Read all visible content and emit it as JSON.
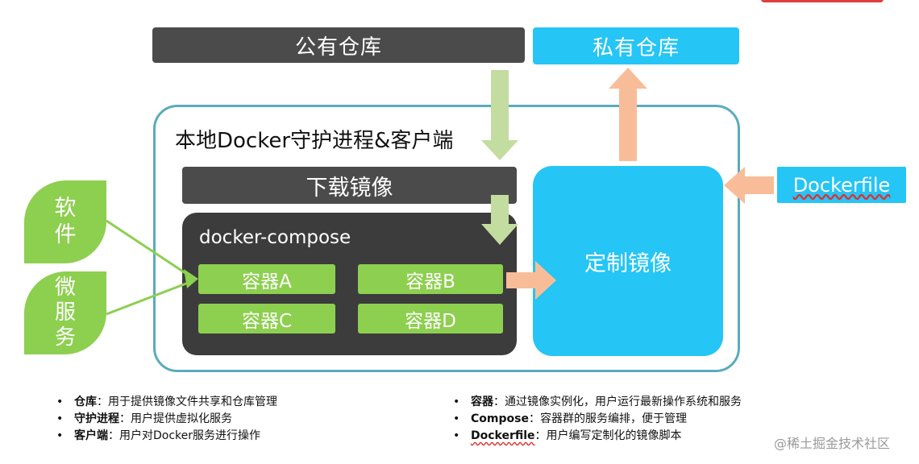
{
  "top_right_mark": "",
  "public_repo": "公有仓库",
  "private_repo": "私有仓库",
  "daemon_title": "本地Docker守护进程&客户端",
  "pull_image": "下载镜像",
  "compose_title": "docker-compose",
  "containers": [
    "容器A",
    "容器B",
    "容器C",
    "容器D"
  ],
  "custom_image": "定制镜像",
  "dockerfile": "Dockerfile",
  "software_leaf": [
    "软",
    "件"
  ],
  "microservice_leaf": [
    "微",
    "服",
    "务"
  ],
  "notes_left": [
    {
      "term": "仓库",
      "desc": "：用于提供镜像文件共享和仓库管理"
    },
    {
      "term": "守护进程",
      "desc": "：用户提供虚拟化服务"
    },
    {
      "term": "客户端",
      "desc": "：用户对Docker服务进行操作"
    }
  ],
  "notes_right": [
    {
      "term": "容器",
      "desc": "：通过镜像实例化，用户运行最新操作系统和服务"
    },
    {
      "term": "Compose",
      "desc": "：容器群的服务编排，便于管理"
    },
    {
      "term": "Dockerfile",
      "desc": "：用户编写定制化的镜像脚本"
    }
  ],
  "watermark": "@稀土掘金技术社区",
  "colors": {
    "dark": "#4b4b4b",
    "blue": "#25c5f5",
    "green": "#8dcf4f",
    "frame": "#5aabbd",
    "arrow_green": "#c3dca0",
    "arrow_orange": "#f8bd98"
  }
}
